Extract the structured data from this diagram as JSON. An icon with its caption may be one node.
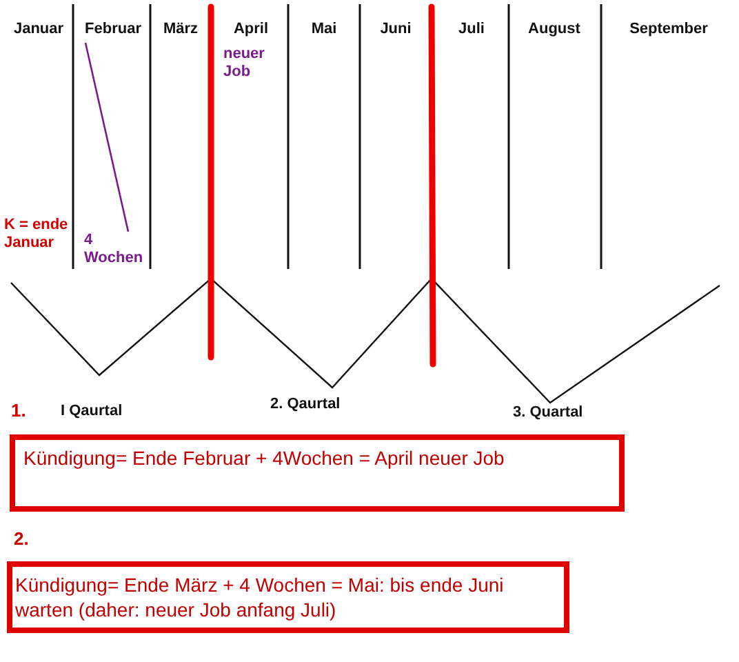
{
  "diagram": {
    "nodes": [
      {
        "text": [
          "Kündigung= Ende Februar + 4Wochen = April neuer Job"
        ]
      },
      {
        "text": [
          "Kündigung= Ende März + 4 Wochen = Mai: bis ende Juni warten (daher: neuer Job anfang Juli)"
        ]
      }
    ],
    "labels": [
      "Januar",
      "Februar",
      "März",
      "April",
      "Mai",
      "Juni",
      "Juli",
      "August",
      "September",
      "neuer Job",
      "K = ende Januar",
      "4 Wochen",
      "1.",
      "I Qaurtal",
      "2. Qaurtal",
      "3. Quartal",
      "2."
    ]
  }
}
